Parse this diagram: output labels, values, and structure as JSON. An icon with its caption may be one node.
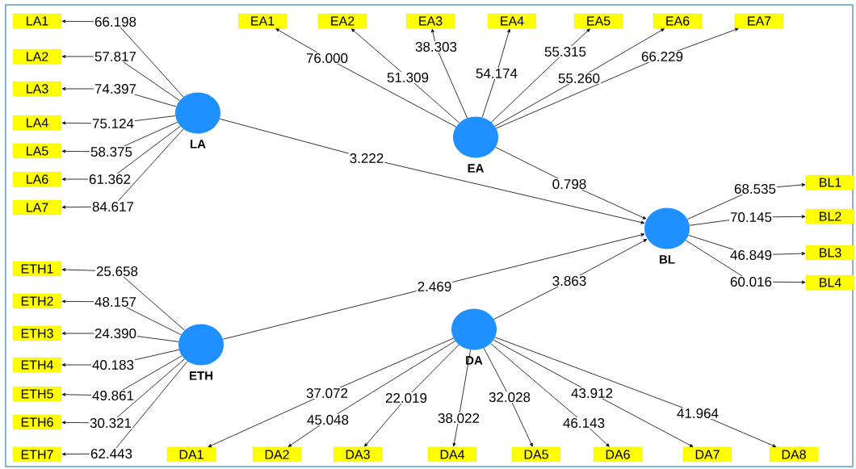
{
  "diagram": {
    "nodes": [
      {
        "text": [
          "LA"
        ]
      },
      {
        "text": [
          "EA"
        ]
      },
      {
        "text": [
          "BL"
        ]
      },
      {
        "text": [
          "ETH"
        ]
      },
      {
        "text": [
          "DA"
        ]
      },
      {
        "text": [
          "LA1"
        ]
      },
      {
        "text": [
          "LA2"
        ]
      },
      {
        "text": [
          "LA3"
        ]
      },
      {
        "text": [
          "LA4"
        ]
      },
      {
        "text": [
          "LA5"
        ]
      },
      {
        "text": [
          "LA6"
        ]
      },
      {
        "text": [
          "LA7"
        ]
      },
      {
        "text": [
          "EA1"
        ]
      },
      {
        "text": [
          "EA2"
        ]
      },
      {
        "text": [
          "EA3"
        ]
      },
      {
        "text": [
          "EA4"
        ]
      },
      {
        "text": [
          "EA5"
        ]
      },
      {
        "text": [
          "EA6"
        ]
      },
      {
        "text": [
          "EA7"
        ]
      },
      {
        "text": [
          "BL1"
        ]
      },
      {
        "text": [
          "BL2"
        ]
      },
      {
        "text": [
          "BL3"
        ]
      },
      {
        "text": [
          "BL4"
        ]
      },
      {
        "text": [
          "ETH1"
        ]
      },
      {
        "text": [
          "ETH2"
        ]
      },
      {
        "text": [
          "ETH3"
        ]
      },
      {
        "text": [
          "ETH4"
        ]
      },
      {
        "text": [
          "ETH5"
        ]
      },
      {
        "text": [
          "ETH6"
        ]
      },
      {
        "text": [
          "ETH7"
        ]
      },
      {
        "text": [
          "DA1"
        ]
      },
      {
        "text": [
          "DA2"
        ]
      },
      {
        "text": [
          "DA3"
        ]
      },
      {
        "text": [
          "DA4"
        ]
      },
      {
        "text": [
          "DA5"
        ]
      },
      {
        "text": [
          "DA6"
        ]
      },
      {
        "text": [
          "DA7"
        ]
      },
      {
        "text": [
          "DA8"
        ]
      }
    ],
    "edges": [
      {
        "from": 0,
        "to": 5,
        "arrow": "to",
        "label": "66.198"
      },
      {
        "from": 0,
        "to": 6,
        "arrow": "to",
        "label": "57.817"
      },
      {
        "from": 0,
        "to": 7,
        "arrow": "to",
        "label": "74.397"
      },
      {
        "from": 0,
        "to": 8,
        "arrow": "to",
        "label": "75.124"
      },
      {
        "from": 0,
        "to": 9,
        "arrow": "to",
        "label": "58.375"
      },
      {
        "from": 0,
        "to": 10,
        "arrow": "to",
        "label": "61.362"
      },
      {
        "from": 0,
        "to": 11,
        "arrow": "to",
        "label": "84.617"
      },
      {
        "from": 1,
        "to": 12,
        "arrow": "to",
        "label": "76.000"
      },
      {
        "from": 1,
        "to": 13,
        "arrow": "to",
        "label": "51.309"
      },
      {
        "from": 1,
        "to": 14,
        "arrow": "to",
        "label": "38.303"
      },
      {
        "from": 1,
        "to": 15,
        "arrow": "to",
        "label": "54.174"
      },
      {
        "from": 1,
        "to": 16,
        "arrow": "to",
        "label": "55.315"
      },
      {
        "from": 1,
        "to": 17,
        "arrow": "to",
        "label": "55.260"
      },
      {
        "from": 1,
        "to": 18,
        "arrow": "to",
        "label": "66.229"
      },
      {
        "from": 0,
        "to": 2,
        "arrow": "to",
        "label": "3.222"
      },
      {
        "from": 1,
        "to": 2,
        "arrow": "to",
        "label": "0.798"
      },
      {
        "from": 3,
        "to": 2,
        "arrow": "to",
        "label": "2.469"
      },
      {
        "from": 4,
        "to": 2,
        "arrow": "to",
        "label": "3.863"
      },
      {
        "from": 2,
        "to": 19,
        "arrow": "to",
        "label": "68.535"
      },
      {
        "from": 2,
        "to": 20,
        "arrow": "to",
        "label": "70.145"
      },
      {
        "from": 2,
        "to": 21,
        "arrow": "to",
        "label": "46.849"
      },
      {
        "from": 2,
        "to": 22,
        "arrow": "to",
        "label": "60.016"
      },
      {
        "from": 3,
        "to": 23,
        "arrow": "to",
        "label": "25.658"
      },
      {
        "from": 3,
        "to": 24,
        "arrow": "to",
        "label": "48.157"
      },
      {
        "from": 3,
        "to": 25,
        "arrow": "to",
        "label": "24.390"
      },
      {
        "from": 3,
        "to": 26,
        "arrow": "to",
        "label": "40.183"
      },
      {
        "from": 3,
        "to": 27,
        "arrow": "to",
        "label": "49.861"
      },
      {
        "from": 3,
        "to": 28,
        "arrow": "to",
        "label": "30.321"
      },
      {
        "from": 3,
        "to": 29,
        "arrow": "to",
        "label": "62.443"
      },
      {
        "from": 4,
        "to": 30,
        "arrow": "to",
        "label": "37.072"
      },
      {
        "from": 4,
        "to": 31,
        "arrow": "to",
        "label": "45.048"
      },
      {
        "from": 4,
        "to": 32,
        "arrow": "to",
        "label": "22.019"
      },
      {
        "from": 4,
        "to": 33,
        "arrow": "to",
        "label": "38.022"
      },
      {
        "from": 4,
        "to": 34,
        "arrow": "to",
        "label": "32.028"
      },
      {
        "from": 4,
        "to": 35,
        "arrow": "to",
        "label": "46.143"
      },
      {
        "from": 4,
        "to": 36,
        "arrow": "to",
        "label": "43.912"
      },
      {
        "from": 4,
        "to": 37,
        "arrow": "to",
        "label": "41.964"
      }
    ]
  }
}
